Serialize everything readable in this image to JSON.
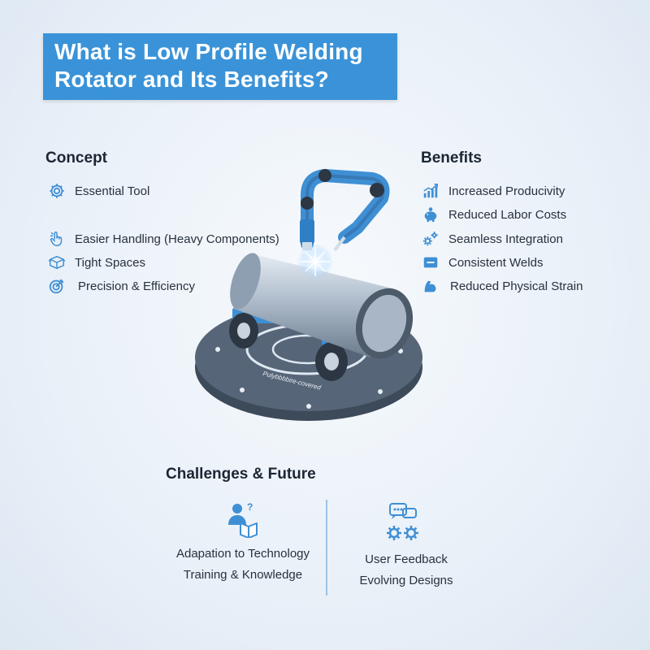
{
  "title": {
    "line1": "What is Low Profile Welding",
    "line2": "Rotator and Its Benefits?"
  },
  "concept": {
    "heading": "Concept",
    "items": [
      {
        "label": "Essential Tool",
        "icon": "gear-icon"
      },
      {
        "label": "Easier Handling (Heavy Components)",
        "icon": "hand-pointer-icon"
      },
      {
        "label": "Tight Spaces",
        "icon": "box-icon"
      },
      {
        "label": "Precision & Efficiency",
        "icon": "target-icon"
      }
    ]
  },
  "benefits": {
    "heading": "Benefits",
    "items": [
      {
        "label": "Increased Producivity",
        "icon": "bar-chart-icon"
      },
      {
        "label": "Reduced Labor Costs",
        "icon": "piggy-bank-icon"
      },
      {
        "label": "Seamless Integration",
        "icon": "gears-icon"
      },
      {
        "label": "Consistent Welds",
        "icon": "check-square-icon"
      },
      {
        "label": "Reduced Physical Strain",
        "icon": "muscle-arm-icon"
      }
    ]
  },
  "illustration": {
    "base_label": "Pulybbbbire-covered"
  },
  "challenges": {
    "heading": "Challenges & Future",
    "left": {
      "line1": "Adapation to Technology",
      "line2": "Training & Knowledge",
      "icon": "learner-book-icon"
    },
    "right": {
      "line1": "User Feedback",
      "line2": "Evolving Designs",
      "icon": "feedback-gears-icon"
    }
  },
  "colors": {
    "accent": "#3a93d8",
    "icon": "#3f8fd4",
    "text": "#1c2633"
  }
}
